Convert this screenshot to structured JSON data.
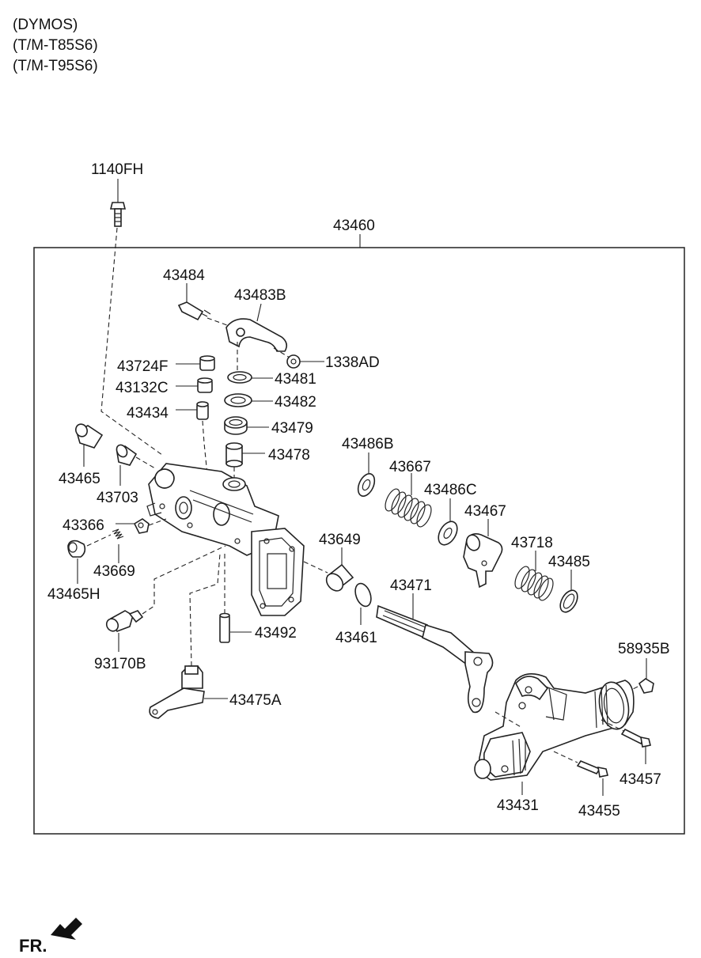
{
  "header": {
    "line1": "(DYMOS)",
    "line2": "(T/M-T85S6)",
    "line3": "(T/M-T95S6)"
  },
  "assembly": {
    "number": "43460"
  },
  "parts": {
    "p1140FH": "1140FH",
    "p43484": "43484",
    "p43483B": "43483B",
    "p1338AD": "1338AD",
    "p43724F": "43724F",
    "p43481": "43481",
    "p43132C": "43132C",
    "p43482": "43482",
    "p43434": "43434",
    "p43479": "43479",
    "p43478": "43478",
    "p43465": "43465",
    "p43703": "43703",
    "p43366": "43366",
    "p43669": "43669",
    "p43465H": "43465H",
    "p93170B": "93170B",
    "p43492": "43492",
    "p43475A": "43475A",
    "p43649": "43649",
    "p43461": "43461",
    "p43486B": "43486B",
    "p43667": "43667",
    "p43486C": "43486C",
    "p43467": "43467",
    "p43718": "43718",
    "p43485": "43485",
    "p43471": "43471",
    "p58935B": "58935B",
    "p43457": "43457",
    "p43431": "43431",
    "p43455": "43455"
  },
  "footer": {
    "front_label": "FR."
  }
}
